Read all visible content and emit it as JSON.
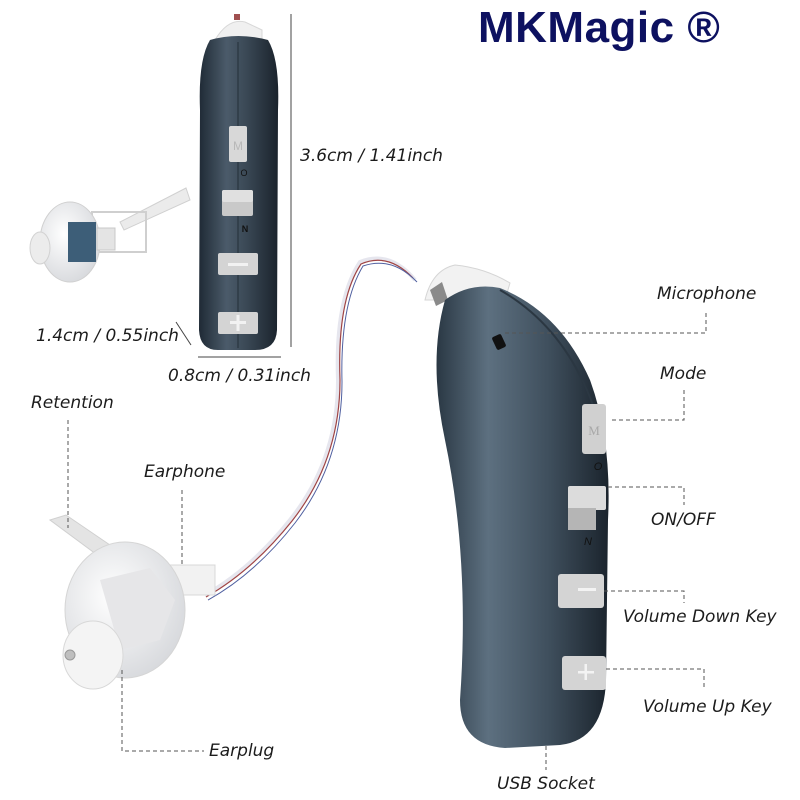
{
  "brand": {
    "name": "MKMagic ®",
    "color": "#0d1160"
  },
  "dimensions": {
    "height": "3.6cm / 1.41inch",
    "depth": "1.4cm / 0.55inch",
    "width": "0.8cm / 0.31inch"
  },
  "callouts": {
    "microphone": "Microphone",
    "mode": "Mode",
    "on_off": "ON/OFF",
    "volume_down": "Volume Down Key",
    "volume_up": "Volume Up Key",
    "usb_socket": "USB Socket",
    "retention": "Retention",
    "earphone": "Earphone",
    "earplug": "Earplug"
  },
  "device": {
    "body_color": "#3b4a58",
    "button_color": "#d6d6d6",
    "button_glyphs": {
      "mode": "M",
      "on": "O",
      "off": "N",
      "minus": "−",
      "plus": "+"
    }
  }
}
